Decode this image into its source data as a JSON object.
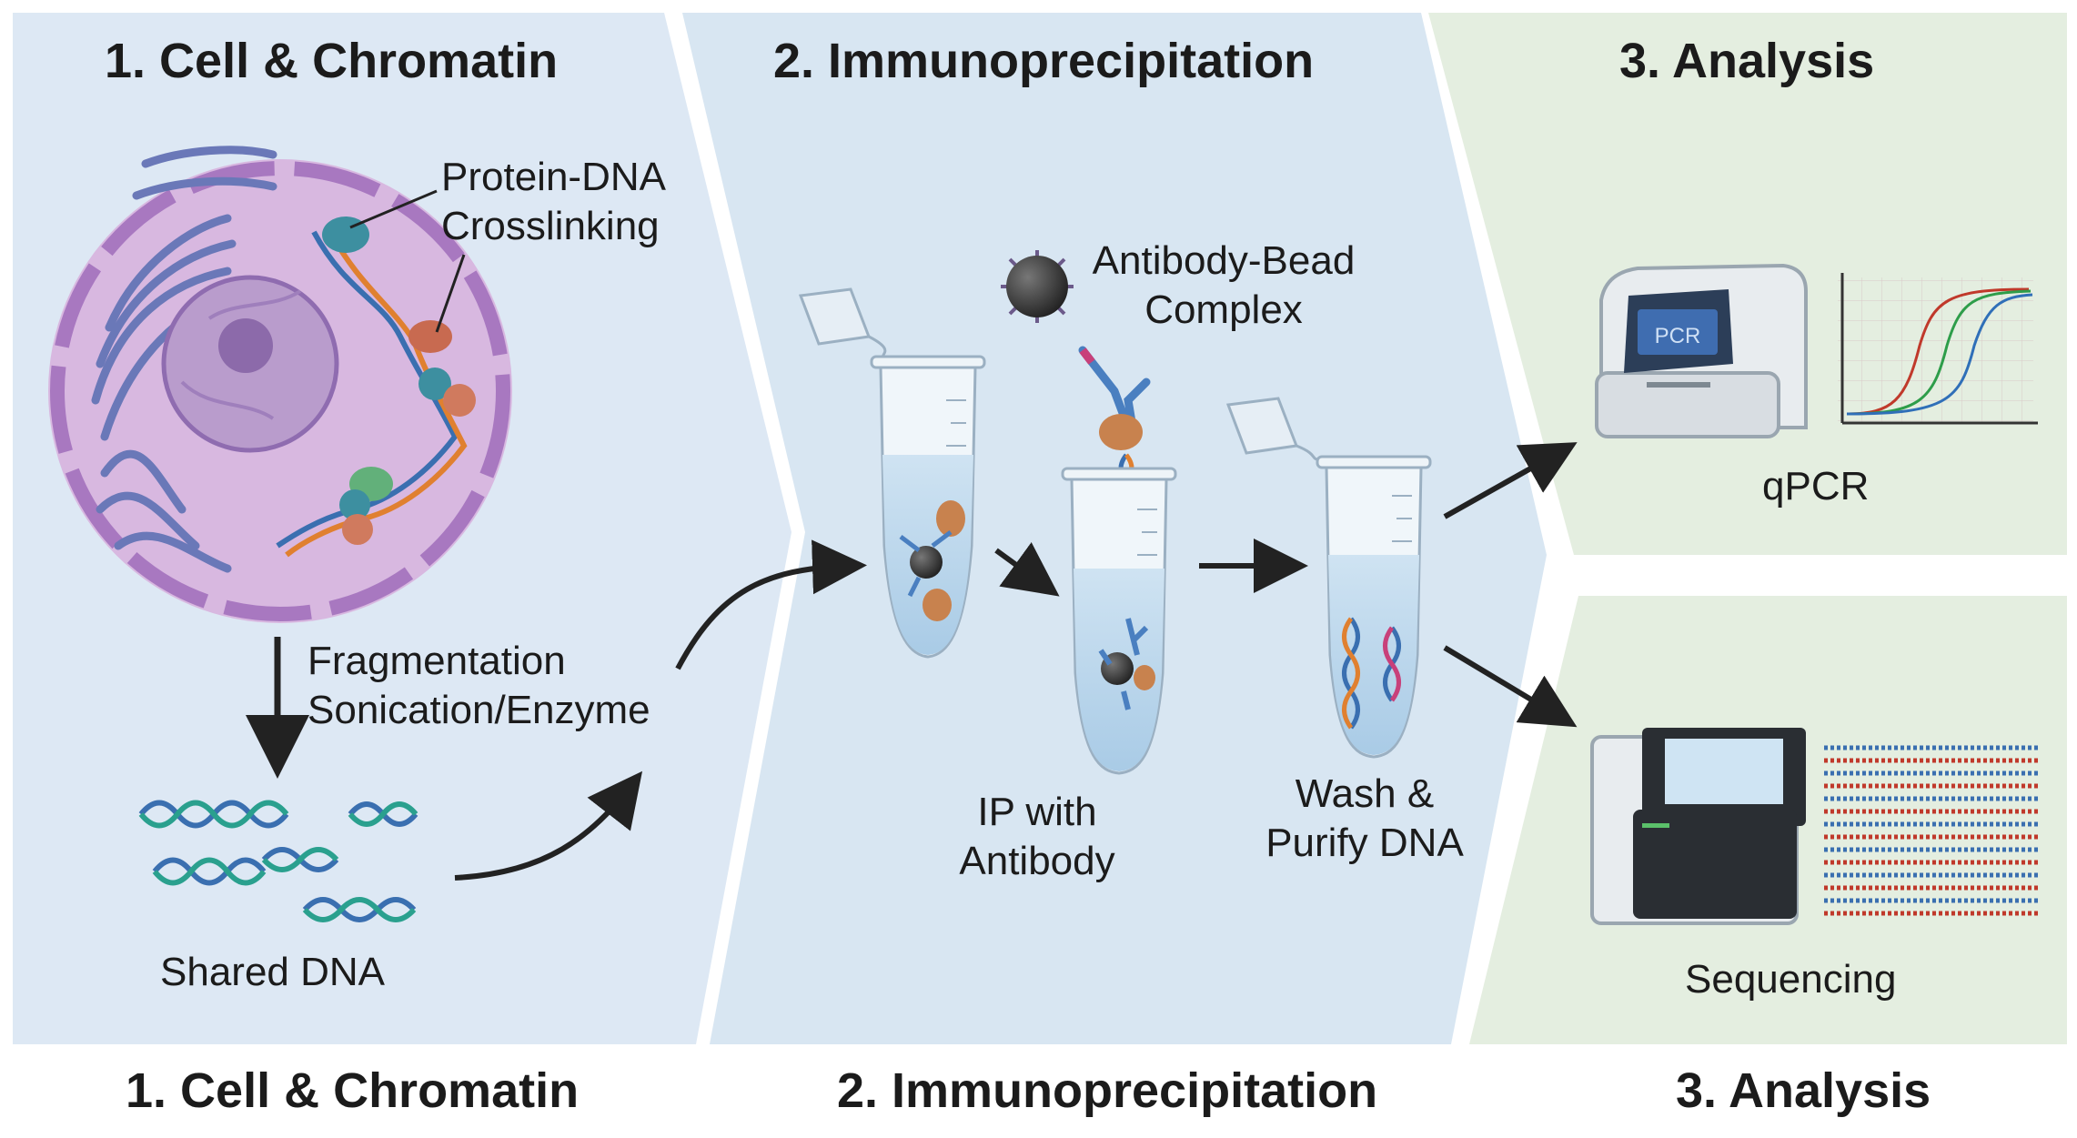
{
  "panels": {
    "cell": {
      "title": "1. Cell & Chromatin",
      "footer": "1. Cell & Chromatin",
      "crosslink_line1": "Protein-DNA",
      "crosslink_line2": "Crosslinking",
      "frag_line1": "Fragmentation",
      "frag_line2": "Sonication/Enzyme",
      "sheared_label": "Shared DNA"
    },
    "ip": {
      "title": "2. Immunoprecipitation",
      "footer": "2. Immunoprecipitation",
      "bead_line1": "Antibody-Bead",
      "bead_line2": "Complex",
      "ip_line1": "IP with",
      "ip_line2": "Antibody",
      "wash_line1": "Wash &",
      "wash_line2": "Purify DNA"
    },
    "analysis": {
      "title": "3. Analysis",
      "footer": "3. Analysis",
      "qpcr_label": "qPCR",
      "pcr_screen": "PCR",
      "seq_label": "Sequencing"
    }
  },
  "colors": {
    "panel1_bg": "#dde8f4",
    "panel2_bg": "#d8e6f2",
    "panel3_bg": "#e4eee0",
    "cell_cytoplasm": "#d8b8e0",
    "nucleus": "#b99ccc",
    "er": "#6a78b8",
    "protein_teal": "#3d8fa0",
    "protein_orange": "#d07a5e",
    "protein_green": "#62b07a",
    "antibody_blue": "#4a7fc0",
    "antibody_pink": "#c8407a",
    "bead": "#3a3a3a",
    "curve_red": "#c0392b",
    "curve_green": "#2e9d4a",
    "curve_blue": "#2f6fb8"
  },
  "icons": [
    "cell-icon",
    "microcentrifuge-tube-icon",
    "antibody-bead-icon",
    "pcr-machine-icon",
    "amplification-plot-icon",
    "sequencer-icon",
    "sequence-reads-icon",
    "arrow-icon"
  ]
}
